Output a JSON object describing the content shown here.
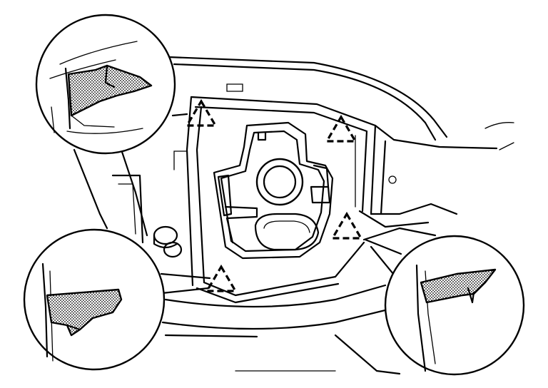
{
  "diagram": {
    "line_color": "#000000",
    "background": "#ffffff",
    "shading": "dotted-stipple",
    "callouts": [
      {
        "name": "clip-detail-top-left",
        "content": "retaining-clip"
      },
      {
        "name": "clip-detail-bottom-left",
        "content": "retaining-clip"
      },
      {
        "name": "clip-detail-bottom-right",
        "content": "retaining-clip"
      }
    ],
    "clip_markers": [
      {
        "name": "clip-marker-upper-left",
        "symbol": "dashed-triangle"
      },
      {
        "name": "clip-marker-upper-right",
        "symbol": "dashed-triangle"
      },
      {
        "name": "clip-marker-lower-right",
        "symbol": "dashed-triangle"
      },
      {
        "name": "clip-marker-lower-left",
        "symbol": "dashed-triangle"
      }
    ]
  }
}
